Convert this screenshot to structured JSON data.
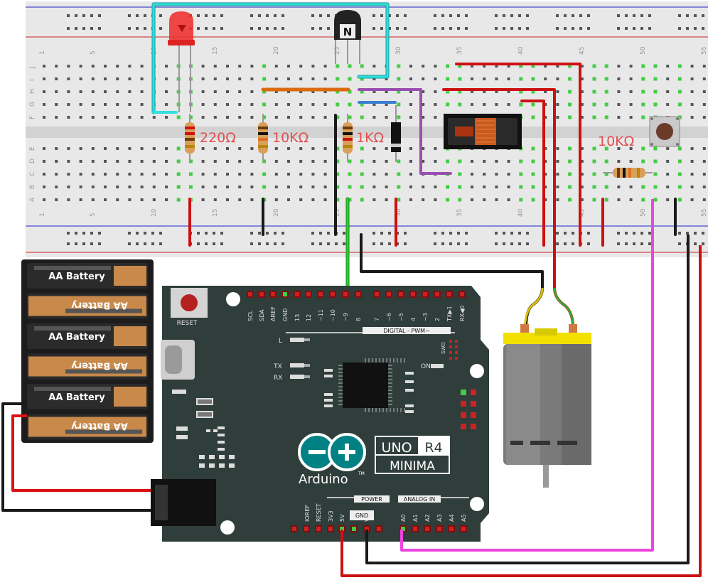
{
  "breadboard": {
    "column_labels": [
      "1",
      "5",
      "10",
      "15",
      "20",
      "25",
      "30",
      "35",
      "40",
      "45",
      "50",
      "55"
    ],
    "row_labels_top": [
      "J",
      "I",
      "H",
      "G",
      "F"
    ],
    "row_labels_bottom": [
      "E",
      "D",
      "C",
      "B",
      "A"
    ]
  },
  "resistors": {
    "r1": "220Ω",
    "r2": "10KΩ",
    "r3": "1KΩ",
    "r4": "10KΩ"
  },
  "transistor": {
    "marking": "N"
  },
  "battery_pack": {
    "cells": [
      "AA Battery",
      "AA Battery",
      "AA Battery",
      "AA Battery",
      "AA Battery",
      "AA Battery"
    ]
  },
  "arduino": {
    "reset_label": "RESET",
    "digital_pins": [
      "SCL",
      "SDA",
      "AREF",
      "GND",
      "13",
      "12",
      "~11",
      "~10",
      "~9",
      "8",
      "7",
      "~6",
      "~5",
      "4",
      "~3",
      "2",
      "TX▶1",
      "RX◀0"
    ],
    "digital_banner": "DIGITAL  -  PWM~",
    "led_l": "L",
    "led_tx": "TX",
    "led_rx": "RX",
    "led_on": "ON",
    "swd": "SWD",
    "model_top_left": "UNO",
    "model_top_right": "R4",
    "model_bottom": "MINIMA",
    "brand": "Arduino",
    "tm": "TM",
    "power_banner": "POWER",
    "power_pins": [
      "IOREF",
      "RESET",
      "3V3",
      "5V",
      "GND",
      "VIN"
    ],
    "power_gnd_box": "GND",
    "analog_banner": "ANALOG IN",
    "analog_pins": [
      "A0",
      "A1",
      "A2",
      "A3",
      "A4",
      "A5"
    ]
  },
  "colors": {
    "board": "#2f3e3b",
    "breadboard": "#e6e6e6",
    "red_wire": "#cc1111",
    "black_wire": "#1a1a1a",
    "cyan_wire": "#27d4d4",
    "orange_wire": "#e07020",
    "purple_wire": "#9a4fb0",
    "green_wire": "#33cc33",
    "magenta_wire": "#ee44dd",
    "blue_wire": "#3a7fd0",
    "yellow_motor": "#f2e000",
    "arduino_teal": "#008184"
  }
}
